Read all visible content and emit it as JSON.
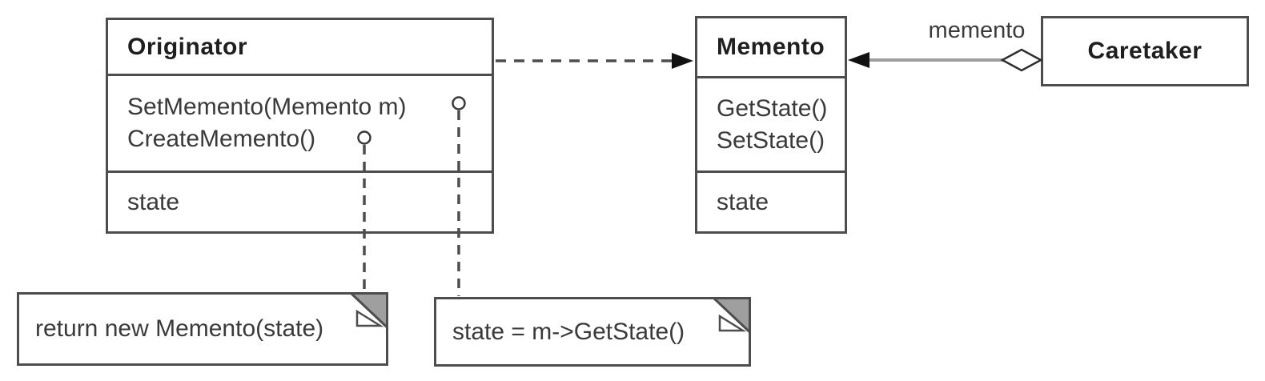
{
  "diagram": {
    "pattern": "Memento",
    "classes": [
      {
        "name": "Originator",
        "methods": [
          "SetMemento(Memento m)",
          "CreateMemento()"
        ],
        "attributes": [
          "state"
        ]
      },
      {
        "name": "Memento",
        "methods": [
          "GetState()",
          "SetState()"
        ],
        "attributes": [
          "state"
        ]
      },
      {
        "name": "Caretaker",
        "methods": [],
        "attributes": []
      }
    ],
    "relationships": [
      {
        "type": "dependency",
        "from": "Originator",
        "to": "Memento",
        "label": ""
      },
      {
        "type": "aggregation",
        "from": "Caretaker",
        "to": "Memento",
        "label": "memento"
      }
    ],
    "notes": [
      {
        "text": "return new Memento(state)",
        "attached_to": "CreateMemento()"
      },
      {
        "text": "state = m->GetState()",
        "attached_to": "SetMemento(Memento m)"
      }
    ],
    "colors": {
      "line": "#4d4d4d",
      "aggregation_line": "#9e9e9e",
      "arrowhead": "#111111",
      "fold_gray": "#9f9f9f",
      "text": "#3a3a3a",
      "background": "#ffffff"
    }
  }
}
